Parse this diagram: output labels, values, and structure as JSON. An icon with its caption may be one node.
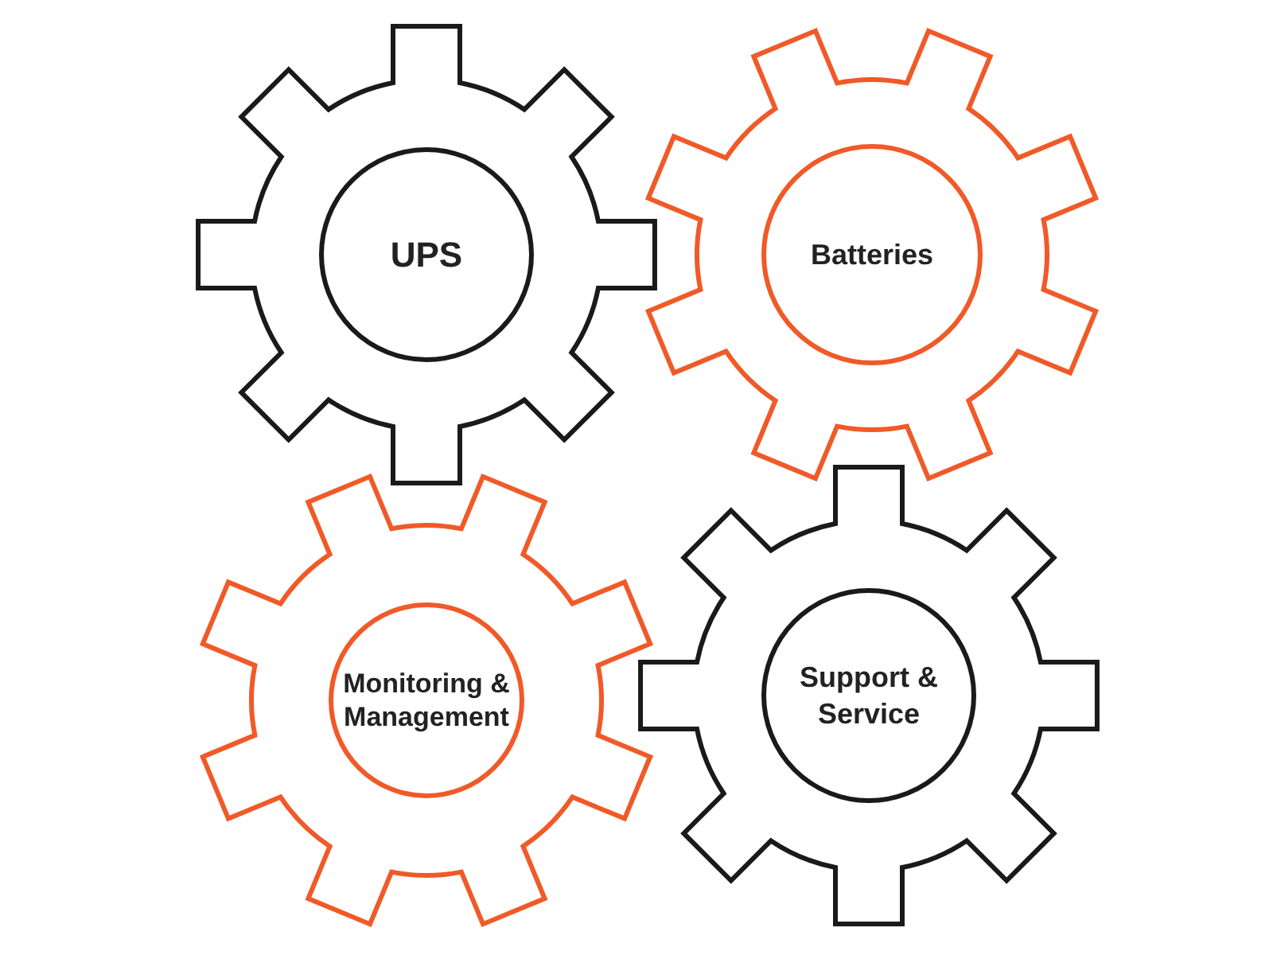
{
  "diagram": {
    "nodes": [
      {
        "text": [
          "UPS"
        ]
      },
      {
        "text": [
          "Batteries"
        ]
      },
      {
        "text": [
          "Monitoring & Management"
        ]
      },
      {
        "text": [
          "Support & Service"
        ]
      }
    ]
  }
}
